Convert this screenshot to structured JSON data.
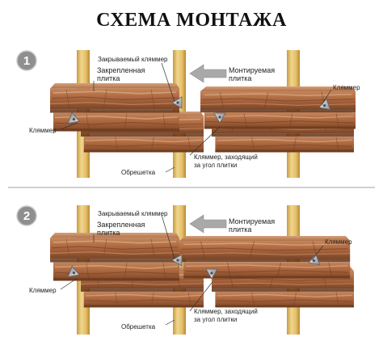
{
  "title": "СХЕМА МОНТАЖА",
  "colors": {
    "batten_light": "#f0d58e",
    "batten_mid": "#e6c06a",
    "batten_dark": "#c79a3e",
    "stone_light": "#c98d62",
    "stone_mid": "#a8643c",
    "stone_dark": "#7b4526",
    "clip_metal": "#b8bcc2",
    "arrow_gray": "#a9a9a9",
    "step_badge": "#8f8f8f",
    "divider": "#b5b5b5"
  },
  "steps": [
    {
      "number": "1",
      "labels": {
        "closing_clip": "Закрываемый кляммер",
        "fixed_tile_line1": "Закрепленная",
        "fixed_tile_line2": "плитка",
        "mounted_tile_line1": "Монтируемая",
        "mounted_tile_line2": "плитка",
        "clip_right": "Кляммер",
        "clip_left": "Кляммер",
        "corner_clip_line1": "Кляммер, заходящий",
        "corner_clip_line2": "за угол плитки",
        "batten": "Обрешетка"
      }
    },
    {
      "number": "2",
      "labels": {
        "closing_clip": "Закрываемый кляммер",
        "fixed_tile_line1": "Закрепленная",
        "fixed_tile_line2": "плитка",
        "mounted_tile_line1": "Монтируемая",
        "mounted_tile_line2": "плитка",
        "clip_right": "Кляммер",
        "clip_left": "Кляммер",
        "corner_clip_line1": "Кляммер, заходящий",
        "corner_clip_line2": "за угол плитки",
        "batten": "Обрешетка"
      }
    }
  ]
}
